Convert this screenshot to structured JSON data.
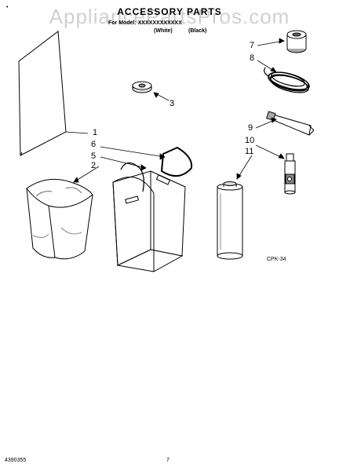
{
  "header": {
    "title": "ACCESSORY PARTS",
    "model_line": "For Model: XXXXXXXXXXXX",
    "color_left": "(White)",
    "color_right": "(Black)"
  },
  "watermark": "AppliancePartsPros.com",
  "callouts": {
    "c1": "1",
    "c2": "2",
    "c3": "3",
    "c5": "5",
    "c6": "6",
    "c7": "7",
    "c8": "8",
    "c9": "9",
    "c10": "10",
    "c11": "11"
  },
  "drawing_code": "CPK-34",
  "footer": {
    "doc_number": "4390355",
    "page_number": "7"
  }
}
